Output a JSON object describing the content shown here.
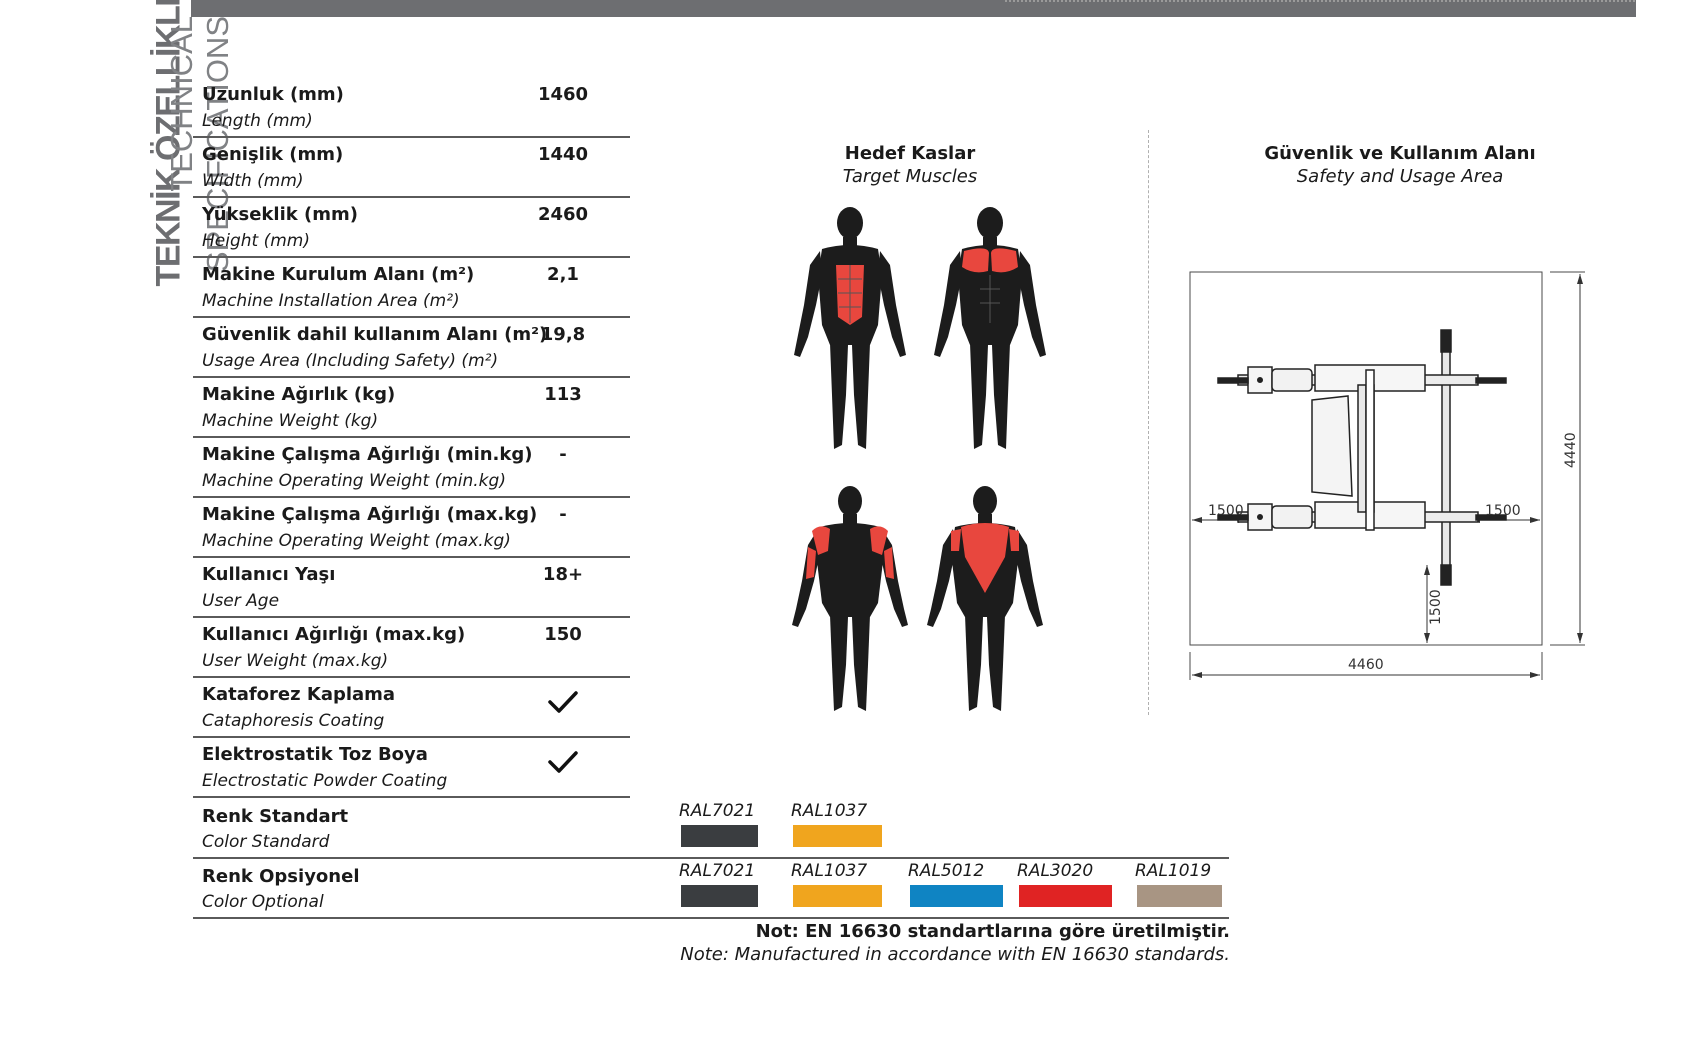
{
  "side_title": {
    "tr": "TEKNİK ÖZELLİKLER",
    "en": "TECHNICAL SPECIFICATIONS"
  },
  "specs": [
    {
      "tr": "Uzunluk (mm)",
      "en": "Length (mm)",
      "value": "1460"
    },
    {
      "tr": "Genişlik (mm)",
      "en": "Width (mm)",
      "value": "1440"
    },
    {
      "tr": "Yükseklik (mm)",
      "en": "Height (mm)",
      "value": "2460"
    },
    {
      "tr": "Makine Kurulum Alanı (m²)",
      "en": "Machine Installation Area (m²)",
      "value": "2,1"
    },
    {
      "tr": "Güvenlik dahil kullanım Alanı (m²)",
      "en": "Usage Area (Including Safety) (m²)",
      "value": "19,8"
    },
    {
      "tr": "Makine Ağırlık (kg)",
      "en": "Machine Weight (kg)",
      "value": "113"
    },
    {
      "tr": "Makine Çalışma Ağırlığı (min.kg)",
      "en": "Machine Operating Weight (min.kg)",
      "value": "-"
    },
    {
      "tr": "Makine Çalışma Ağırlığı (max.kg)",
      "en": "Machine Operating Weight (max.kg)",
      "value": "-"
    },
    {
      "tr": "Kullanıcı Yaşı",
      "en": "User Age",
      "value": "18+"
    },
    {
      "tr": "Kullanıcı Ağırlığı (max.kg)",
      "en": "User Weight (max.kg)",
      "value": "150"
    },
    {
      "tr": "Kataforez Kaplama",
      "en": "Cataphoresis Coating",
      "value": "check-icon"
    },
    {
      "tr": "Elektrostatik Toz Boya",
      "en": "Electrostatic Powder Coating",
      "value": "check-icon"
    }
  ],
  "colors": {
    "standard": {
      "tr": "Renk Standart",
      "en": "Color Standard",
      "swatches": [
        {
          "code": "RAL7021",
          "hex": "#3a3d40"
        },
        {
          "code": "RAL1037",
          "hex": "#f0a51e"
        }
      ]
    },
    "optional": {
      "tr": "Renk Opsiyonel",
      "en": "Color Optional",
      "swatches": [
        {
          "code": "RAL7021",
          "hex": "#3a3d40"
        },
        {
          "code": "RAL1037",
          "hex": "#f0a51e"
        },
        {
          "code": "RAL5012",
          "hex": "#0f84c3"
        },
        {
          "code": "RAL3020",
          "hex": "#e02323"
        },
        {
          "code": "RAL1019",
          "hex": "#a89583"
        }
      ]
    }
  },
  "note": {
    "tr": "Not: EN 16630 standartlarına göre üretilmiştir.",
    "en": "Note: Manufactured in accordance with EN 16630 standards."
  },
  "target_muscles": {
    "tr": "Hedef Kaslar",
    "en": "Target Muscles",
    "highlight_color": "#e8473e"
  },
  "safety_area": {
    "tr": "Güvenlik ve Kullanım Alanı",
    "en": "Safety and Usage Area",
    "dim_left": "1500",
    "dim_right": "1500",
    "dim_bottom": "1500",
    "dim_width": "4460",
    "dim_height": "4440"
  }
}
